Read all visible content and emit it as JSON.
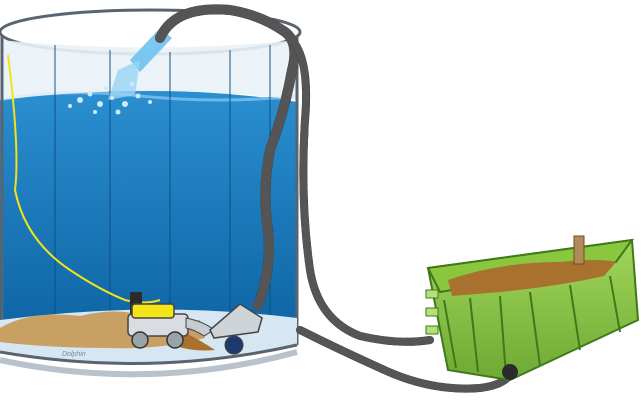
{
  "illustration": {
    "robot_logo_text": "Dolphin"
  },
  "colors": {
    "water": "#1d7fc0",
    "water_deep": "#0b5f9e",
    "sediment": "#c9a063",
    "tank_rim": "#5a6470",
    "hose": "#2b2b2b",
    "bin_green": "#8bc63f",
    "bin_dark": "#3e7a17",
    "sludge": "#a8712e",
    "power_cord": "#f2e21b",
    "robot_yellow": "#f5e416"
  },
  "icons": [
    "water-tank",
    "pool-cleaner-robot",
    "suction-hose",
    "power-cable",
    "filter-bin",
    "water-spray"
  ]
}
